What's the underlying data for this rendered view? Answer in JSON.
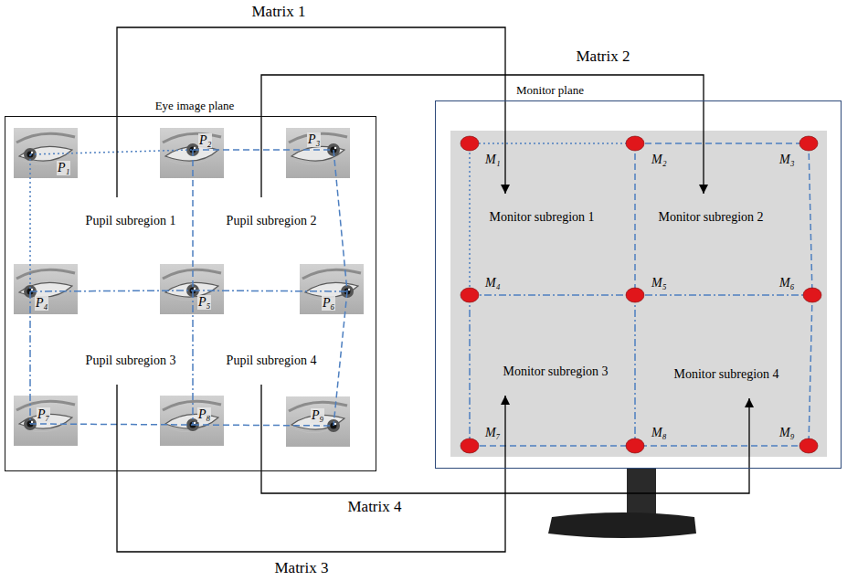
{
  "diagram": {
    "nodes": [
      {
        "text": [
          "Eye image plane"
        ]
      },
      {
        "text": [
          "Pupil subregion 1"
        ],
        "in": 0
      },
      {
        "text": [
          "Pupil subregion 2"
        ],
        "in": 0
      },
      {
        "text": [
          "Pupil subregion 3"
        ],
        "in": 0
      },
      {
        "text": [
          "Pupil subregion 4"
        ],
        "in": 0
      },
      {
        "text": [
          "Monitor plane"
        ]
      },
      {
        "text": [
          "Monitor subregion 1"
        ],
        "in": 5
      },
      {
        "text": [
          "Monitor subregion 2"
        ],
        "in": 5
      },
      {
        "text": [
          "Monitor subregion 3"
        ],
        "in": 5
      },
      {
        "text": [
          "Monitor subregion 4"
        ],
        "in": 5
      }
    ],
    "edges": [
      {
        "from": 1,
        "to": 6,
        "label": "Matrix 1",
        "arrow": "to"
      },
      {
        "from": 2,
        "to": 7,
        "label": "Matrix 2",
        "arrow": "to"
      },
      {
        "from": 3,
        "to": 8,
        "label": "Matrix 3",
        "arrow": "to"
      },
      {
        "from": 4,
        "to": 9,
        "label": "Matrix 4",
        "arrow": "to"
      }
    ],
    "labels": [
      "P₁",
      "P₂",
      "P₃",
      "P₄",
      "P₅",
      "P₆",
      "P₇",
      "P₈",
      "P₉",
      "M₁",
      "M₂",
      "M₃",
      "M₄",
      "M₅",
      "M₆",
      "M₇",
      "M₈",
      "M₉"
    ]
  }
}
